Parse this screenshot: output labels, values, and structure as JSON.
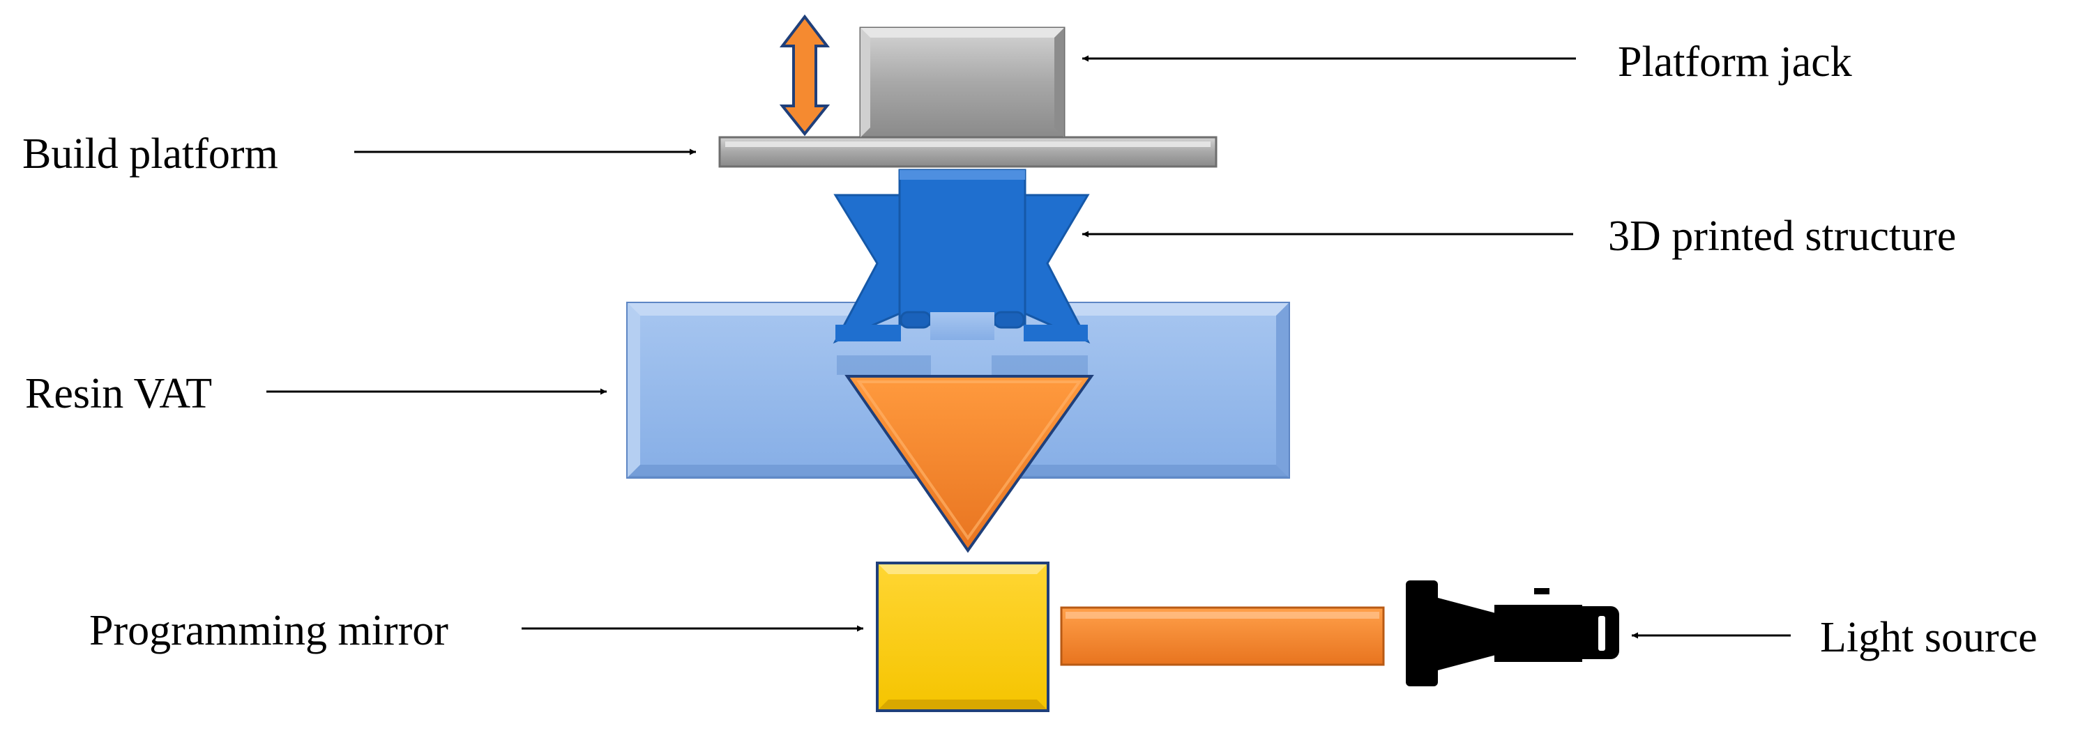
{
  "labels": {
    "platform_jack": "Platform jack",
    "build_platform": "Build platform",
    "printed_structure": "3D printed structure",
    "resin_vat": "Resin VAT",
    "programming_mirror": "Programming mirror",
    "light_source": "Light source"
  },
  "colors": {
    "jack": "#a6a6a6",
    "platform": "#a6a6a6",
    "structure": "#1f6fcf",
    "vat": "#8db4ea",
    "light_cone": "#f58a30",
    "mirror": "#ffcc00",
    "beam": "#f58a30",
    "flashlight": "#000000",
    "arrow_motion": "#f58a30"
  }
}
